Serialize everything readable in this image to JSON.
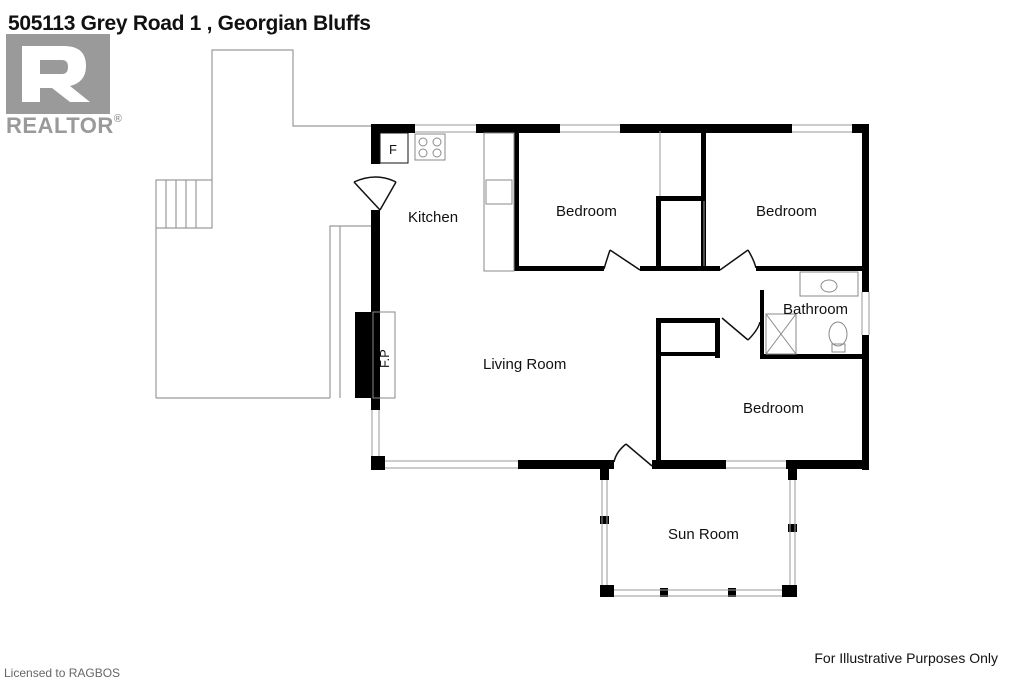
{
  "header": {
    "title": "505113 Grey Road 1 , Georgian Bluffs"
  },
  "logo": {
    "name": "REALTOR®",
    "color": "#9a9a9a"
  },
  "rooms": {
    "kitchen": "Kitchen",
    "bedroom_1": "Bedroom",
    "bedroom_2": "Bedroom",
    "bathroom": "Bathroom",
    "living_room": "Living Room",
    "bedroom_3": "Bedroom",
    "sun_room": "Sun Room",
    "fireplace": "F.P",
    "fridge": "F"
  },
  "footer": {
    "disclaimer": "For Illustrative Purposes Only",
    "license": "Licensed to RAGBOS"
  },
  "colors": {
    "wall": "#000000",
    "thin_line": "#999999"
  }
}
